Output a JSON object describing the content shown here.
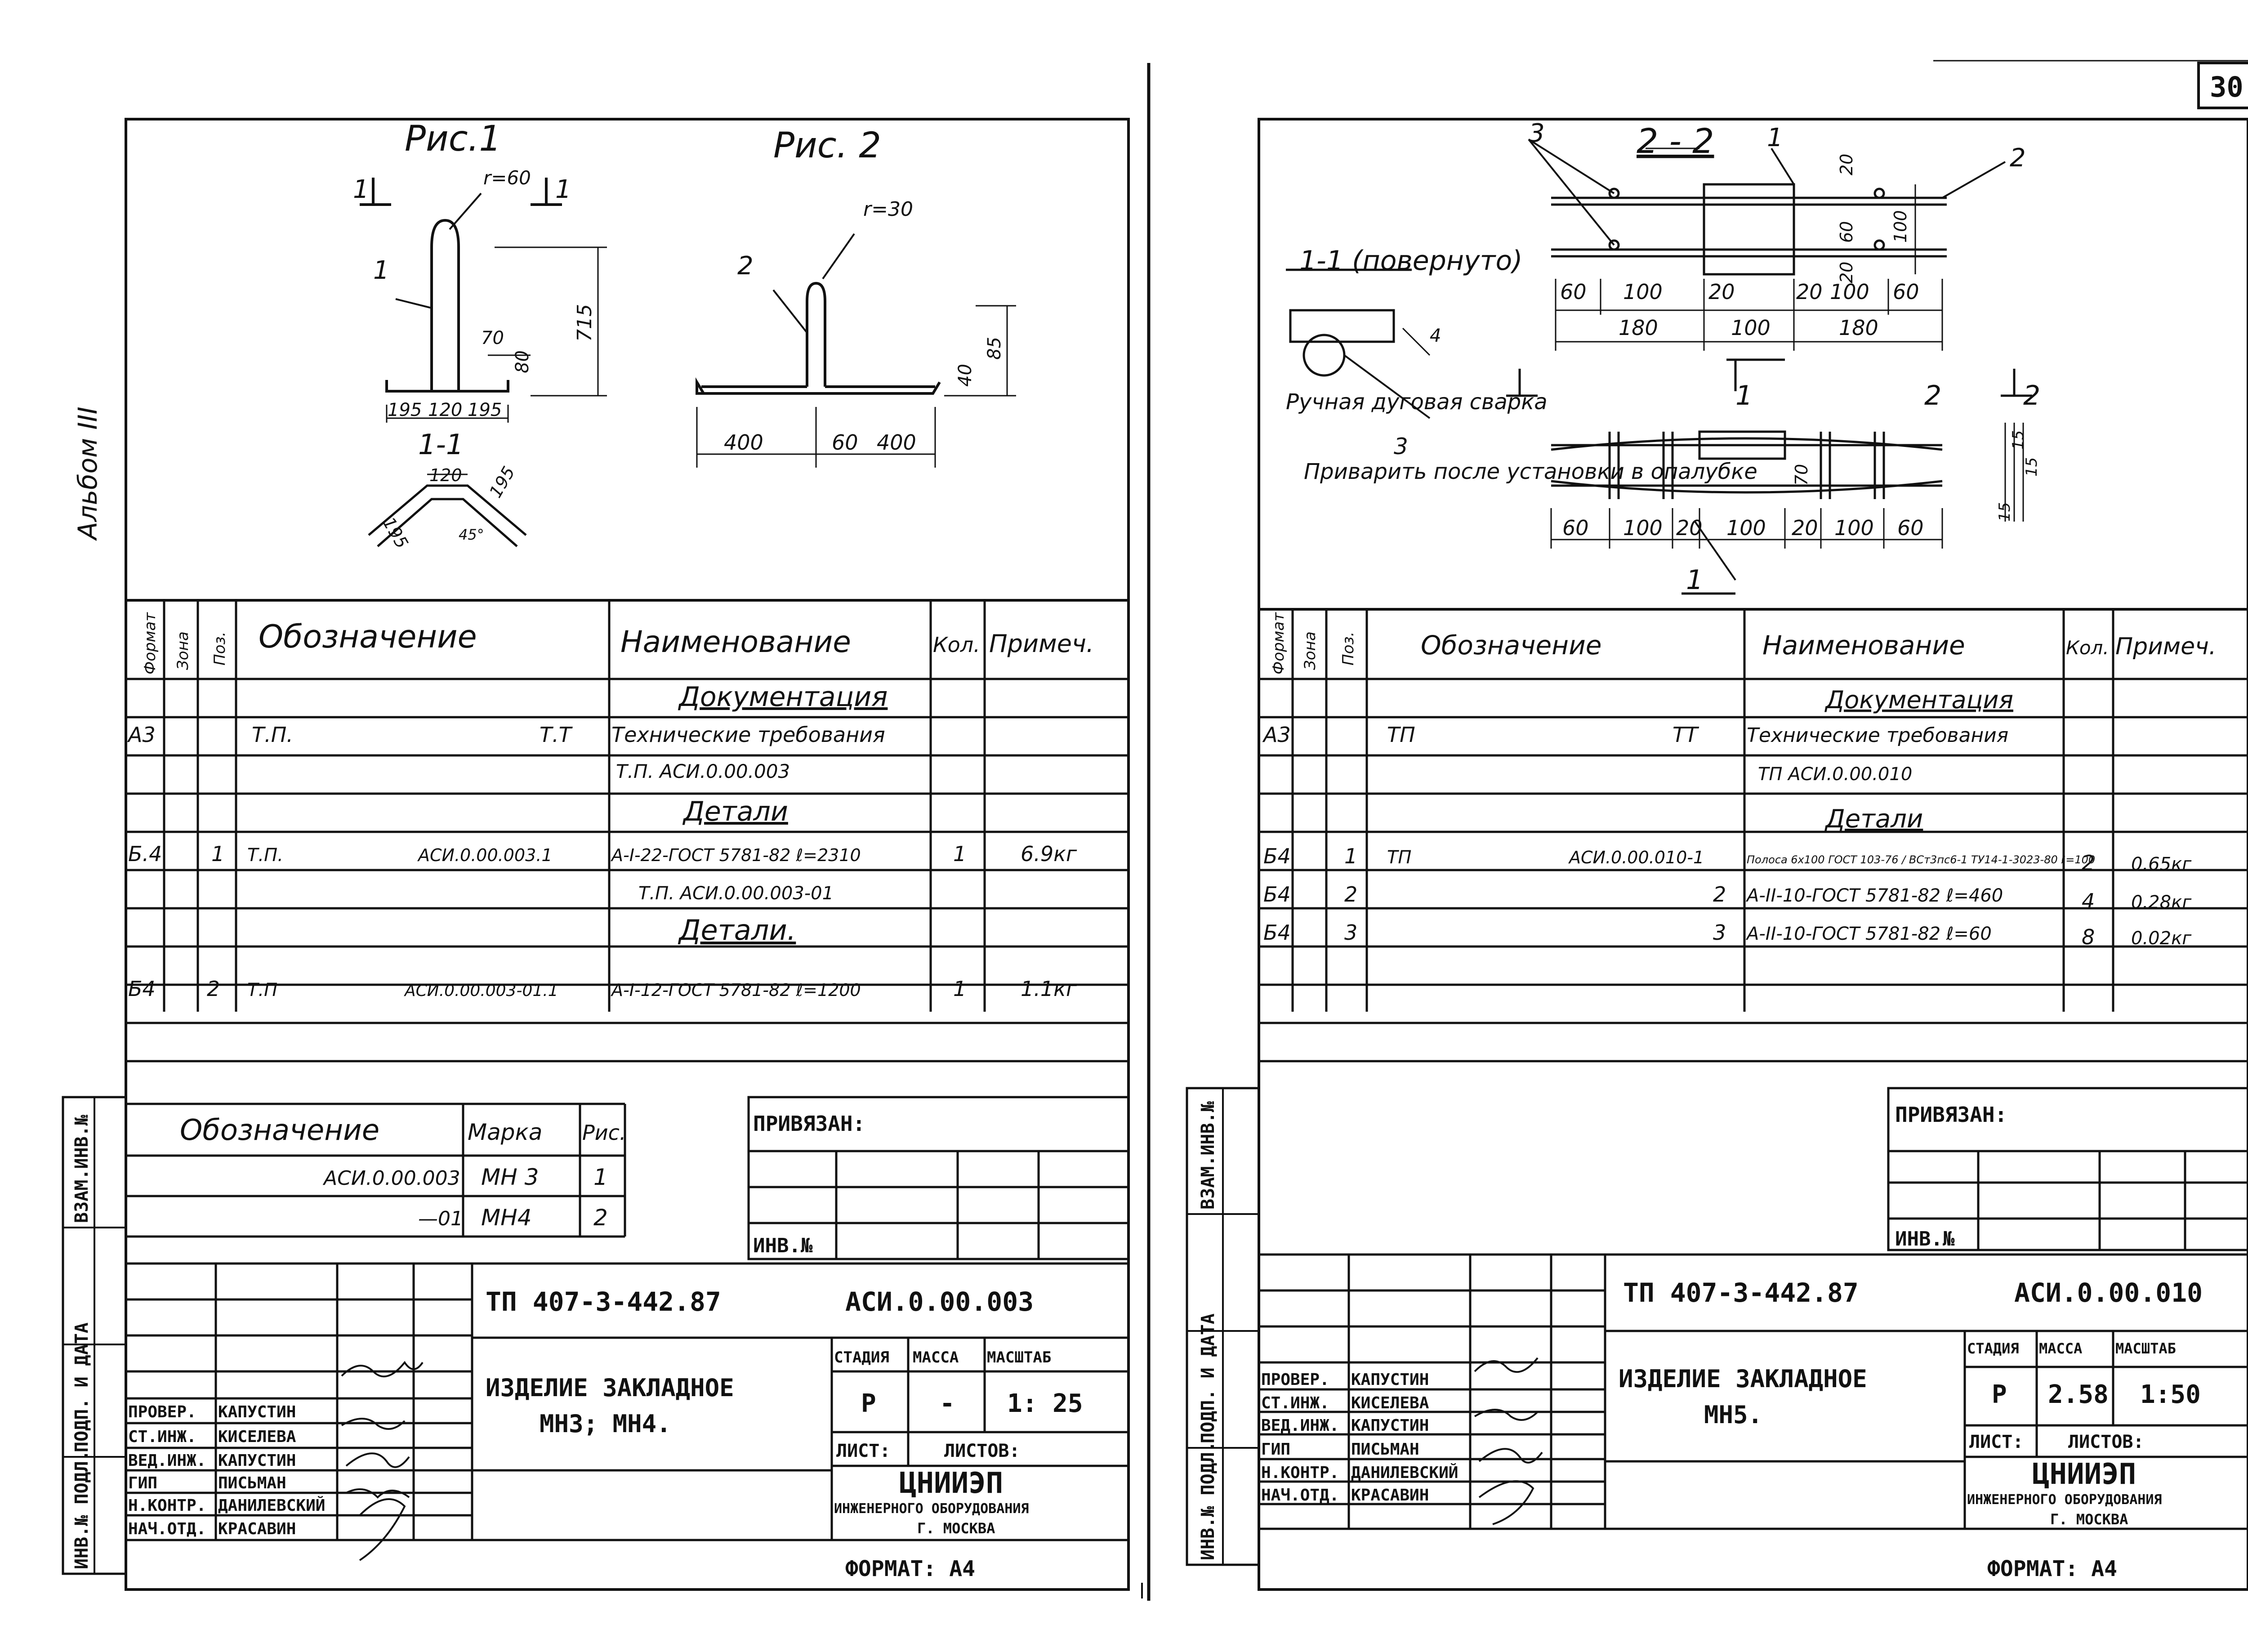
{
  "page_number": "30",
  "side_label": "Альбом III",
  "left": {
    "fig1": {
      "title": "Рис.1",
      "section_mark": "1",
      "pos": "1",
      "radius": "r=60",
      "dims": [
        "195",
        "120",
        "195",
        "70",
        "80",
        "715"
      ],
      "section_title": "1-1",
      "section_dims": [
        "120",
        "195",
        "195",
        "45°"
      ]
    },
    "fig2": {
      "title": "Рис. 2",
      "pos": "2",
      "radius": "r=30",
      "dims": [
        "400",
        "60",
        "400",
        "40",
        "85"
      ]
    },
    "spec": {
      "headers": [
        "Формат",
        "Зона",
        "Поз.",
        "Обозначение",
        "Наименование",
        "Кол.",
        "Примеч."
      ],
      "rows": [
        {
          "format": "",
          "zone": "",
          "pos": "",
          "designation": "",
          "designation2": "",
          "name": "Документация",
          "qty": "",
          "note": "",
          "section": true
        },
        {
          "format": "А3",
          "zone": "",
          "pos": "",
          "designation": "Т.П.",
          "designation2": "Т.Т",
          "name": "Технические требования",
          "qty": "",
          "note": ""
        },
        {
          "format": "",
          "zone": "",
          "pos": "",
          "designation": "",
          "designation2": "",
          "name": "Т.П.     АСИ.0.00.003",
          "qty": "",
          "note": ""
        },
        {
          "format": "",
          "zone": "",
          "pos": "",
          "designation": "",
          "designation2": "",
          "name": "Детали",
          "qty": "",
          "note": "",
          "section": true
        },
        {
          "format": "Б.4",
          "zone": "",
          "pos": "1",
          "designation": "Т.П.",
          "designation2": "АСИ.0.00.003.1",
          "name": "А-I-22-ГОСТ 5781-82 ℓ=2310",
          "qty": "1",
          "note": "6.9кг"
        },
        {
          "format": "",
          "zone": "",
          "pos": "",
          "designation": "",
          "designation2": "",
          "name": "Т.П.    АСИ.0.00.003-01",
          "qty": "",
          "note": ""
        },
        {
          "format": "",
          "zone": "",
          "pos": "",
          "designation": "",
          "designation2": "",
          "name": "Детали.",
          "qty": "",
          "note": "",
          "section": true
        },
        {
          "format": "Б4",
          "zone": "",
          "pos": "2",
          "designation": "Т.П",
          "designation2": "АСИ.0.00.003-01.1",
          "name": "А-I-12-ГОСТ 5781-82 ℓ=1200",
          "qty": "1",
          "note": "1.1кг"
        }
      ]
    },
    "marks": {
      "headers": [
        "Обозначение",
        "Марка",
        "Рис."
      ],
      "rows": [
        {
          "designation": "АСИ.0.00.003",
          "mark": "МН 3",
          "fig": "1"
        },
        {
          "designation": "—01",
          "mark": "МН4",
          "fig": "2"
        }
      ]
    },
    "privyazan": "ПРИВЯЗАН:",
    "inv": "ИНВ.№",
    "stamp": {
      "project": "ТП 407-3-442.87",
      "code": "АСИ.0.00.003",
      "title_line1": "ИЗДЕЛИЕ ЗАКЛАДНОЕ",
      "title_line2": "МН3; МН4.",
      "stage_label": "СТАДИЯ",
      "mass_label": "МАССА",
      "scale_label": "МАСШТАБ",
      "stage": "Р",
      "mass": "-",
      "scale": "1: 25",
      "sheet_label": "ЛИСТ:",
      "sheets_label": "ЛИСТОВ:",
      "org1": "ЦНИИЭП",
      "org2": "ИНЖЕНЕРНОГО ОБОРУДОВАНИЯ",
      "org3": "Г. МОСКВА",
      "format": "ФОРМАТ: А4",
      "people": [
        {
          "role": "ПРОВЕР.",
          "name": "КАПУСТИН"
        },
        {
          "role": "СТ.ИНЖ.",
          "name": "КИСЕЛЕВА"
        },
        {
          "role": "ВЕД.ИНЖ.",
          "name": "КАПУСТИН"
        },
        {
          "role": "ГИП",
          "name": "ПИСЬМАН"
        },
        {
          "role": "Н.КОНТР.",
          "name": "ДАНИЛЕВСКИЙ"
        },
        {
          "role": "НАЧ.ОТД.",
          "name": "КРАСАВИН"
        }
      ]
    },
    "side_stamp": [
      "ИНВ.№ ПОДЛ.",
      "ПОДП. И ДАТА",
      "ВЗАМ.ИНВ.№"
    ]
  },
  "right": {
    "sec22": {
      "title": "2 - 2",
      "pos_labels": [
        "3",
        "1",
        "2"
      ],
      "dims_top": [
        "60",
        "100",
        "20",
        "20",
        "100",
        "60"
      ],
      "dims_total": [
        "180",
        "100",
        "180"
      ],
      "dims_vert": [
        "20",
        "60",
        "100",
        "20"
      ]
    },
    "sec11": {
      "title": "1-1 (повернуто)",
      "weld_note": "Ручная дуговая сварка",
      "weld_size": "4",
      "pos3": "3",
      "note": "Приварить после установки в опалубке",
      "pos_labels": [
        "1",
        "2",
        "1",
        "2"
      ],
      "dims_bottom": [
        "60",
        "100",
        "20",
        "100",
        "20",
        "100",
        "60"
      ],
      "dims_vert": [
        "70",
        "15",
        "15",
        "15"
      ]
    },
    "spec": {
      "headers": [
        "Формат",
        "Зона",
        "Поз.",
        "Обозначение",
        "Наименование",
        "Кол.",
        "Примеч."
      ],
      "rows": [
        {
          "format": "",
          "zone": "",
          "pos": "",
          "designation": "",
          "designation2": "",
          "name": "Документация",
          "qty": "",
          "note": "",
          "section": true
        },
        {
          "format": "А3",
          "zone": "",
          "pos": "",
          "designation": "ТП",
          "designation2": "ТТ",
          "name": "Технические требования",
          "qty": "",
          "note": ""
        },
        {
          "format": "",
          "zone": "",
          "pos": "",
          "designation": "",
          "designation2": "",
          "name": "ТП      АСИ.0.00.010",
          "qty": "",
          "note": ""
        },
        {
          "format": "",
          "zone": "",
          "pos": "",
          "designation": "",
          "designation2": "",
          "name": "Детали",
          "qty": "",
          "note": "",
          "section": true
        },
        {
          "format": "Б4",
          "zone": "",
          "pos": "1",
          "designation": "ТП",
          "designation2": "АСИ.0.00.010-1",
          "name": "Полоса 6х100 ГОСТ 103-76 / ВСт3пс6-1 ТУ14-1-3023-80 ℓ=100",
          "qty": "2",
          "note": "0.65кг"
        },
        {
          "format": "Б4",
          "zone": "",
          "pos": "2",
          "designation": "",
          "designation2": "2",
          "name": "А-II-10-ГОСТ 5781-82 ℓ=460",
          "qty": "4",
          "note": "0.28кг"
        },
        {
          "format": "Б4",
          "zone": "",
          "pos": "3",
          "designation": "",
          "designation2": "3",
          "name": "А-II-10-ГОСТ 5781-82 ℓ=60",
          "qty": "8",
          "note": "0.02кг"
        }
      ]
    },
    "privyazan": "ПРИВЯЗАН:",
    "inv": "ИНВ.№",
    "stamp": {
      "project": "ТП 407-3-442.87",
      "code": "АСИ.0.00.010",
      "title_line1": "ИЗДЕЛИЕ ЗАКЛАДНОЕ",
      "title_line2": "МН5.",
      "stage_label": "СТАДИЯ",
      "mass_label": "МАССА",
      "scale_label": "МАСШТАБ",
      "stage": "Р",
      "mass": "2.58",
      "scale": "1:50",
      "sheet_label": "ЛИСТ:",
      "sheets_label": "ЛИСТОВ:",
      "org1": "ЦНИИЭП",
      "org2": "ИНЖЕНЕРНОГО ОБОРУДОВАНИЯ",
      "org3": "Г. МОСКВА",
      "format": "ФОРМАТ: А4",
      "people": [
        {
          "role": "ПРОВЕР.",
          "name": "КАПУСТИН"
        },
        {
          "role": "СТ.ИНЖ.",
          "name": "КИСЕЛЕВА"
        },
        {
          "role": "ВЕД.ИНЖ.",
          "name": "КАПУСТИН"
        },
        {
          "role": "ГИП",
          "name": "ПИСЬМАН"
        },
        {
          "role": "Н.КОНТР.",
          "name": "ДАНИЛЕВСКИЙ"
        },
        {
          "role": "НАЧ.ОТД.",
          "name": "КРАСАВИН"
        }
      ]
    },
    "side_stamp": [
      "ИНВ.№ ПОДЛ.",
      "ПОДП. И ДАТА",
      "ВЗАМ.ИНВ.№"
    ]
  }
}
